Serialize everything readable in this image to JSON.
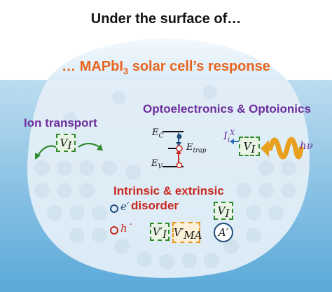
{
  "title": "Under the surface of…",
  "subtitle": {
    "prefix": "… MAPbI",
    "subscript": "3",
    "suffix": " solar cell’s response"
  },
  "sections": {
    "ion_transport": "Ion transport",
    "optoelectronics": "Optoelectronics & Optoionics",
    "disorder_line1": "Intrinsic & extrinsic",
    "disorder_line2": "disorder"
  },
  "labels": {
    "ec": {
      "symbol": "E",
      "sub": "C"
    },
    "etrap": {
      "symbol": "E",
      "sub": "trap"
    },
    "ev": {
      "symbol": "E",
      "sub": "V"
    },
    "ix": {
      "symbol": "I",
      "sub": "i",
      "sup": "X"
    },
    "hnu": "hν",
    "electron": "e′",
    "hole": "h˙",
    "vacancy": {
      "symbol": "V",
      "sub": "I"
    },
    "vacancy_prime": {
      "symbol": "V′",
      "sub": "I"
    },
    "ma_vacancy": {
      "symbol": "V′",
      "sub": "MA"
    },
    "aprime": "A′"
  },
  "colors": {
    "water": "#5aa9d9",
    "iceberg": "#e3eef7",
    "heading_purple": "#6e2e9e",
    "subtitle_orange": "#e8641e",
    "disorder_red": "#c8281e",
    "vacancy_green": "#2e8b2e",
    "light_wave": "#e8a01e"
  }
}
